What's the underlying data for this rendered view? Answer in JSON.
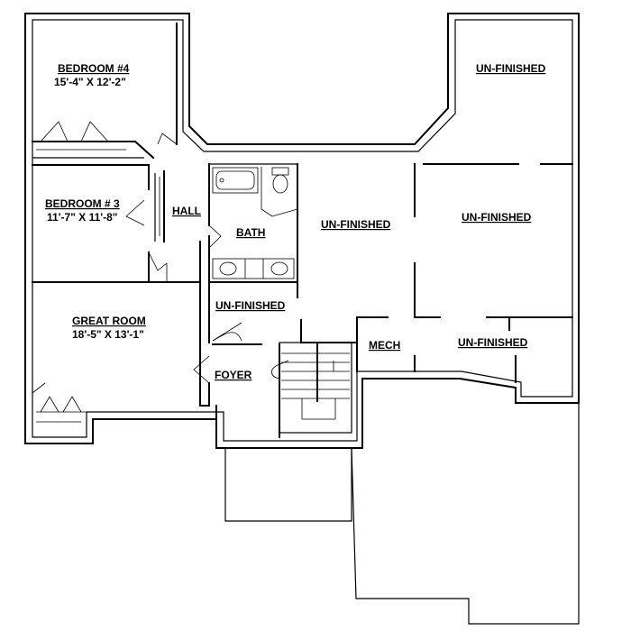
{
  "rooms": {
    "bedroom4": {
      "name": "BEDROOM #4",
      "size": "15'-4\" X 12'-2\""
    },
    "bedroom3": {
      "name": "BEDROOM # 3",
      "size": "11'-7\" X 11'-8\""
    },
    "hall": {
      "name": "HALL"
    },
    "bath": {
      "name": "BATH"
    },
    "great_room": {
      "name": "GREAT ROOM",
      "size": "18'-5\" X 13'-1\""
    },
    "unfinished_small": {
      "name": "UN-FINISHED"
    },
    "foyer": {
      "name": "FOYER"
    },
    "unfinished_center": {
      "name": "UN-FINISHED"
    },
    "unfinished_top_right": {
      "name": "UN-FINISHED"
    },
    "unfinished_right": {
      "name": "UN-FINISHED"
    },
    "mech": {
      "name": "MECH"
    },
    "unfinished_bottom_right": {
      "name": "UN-FINISHED"
    }
  }
}
